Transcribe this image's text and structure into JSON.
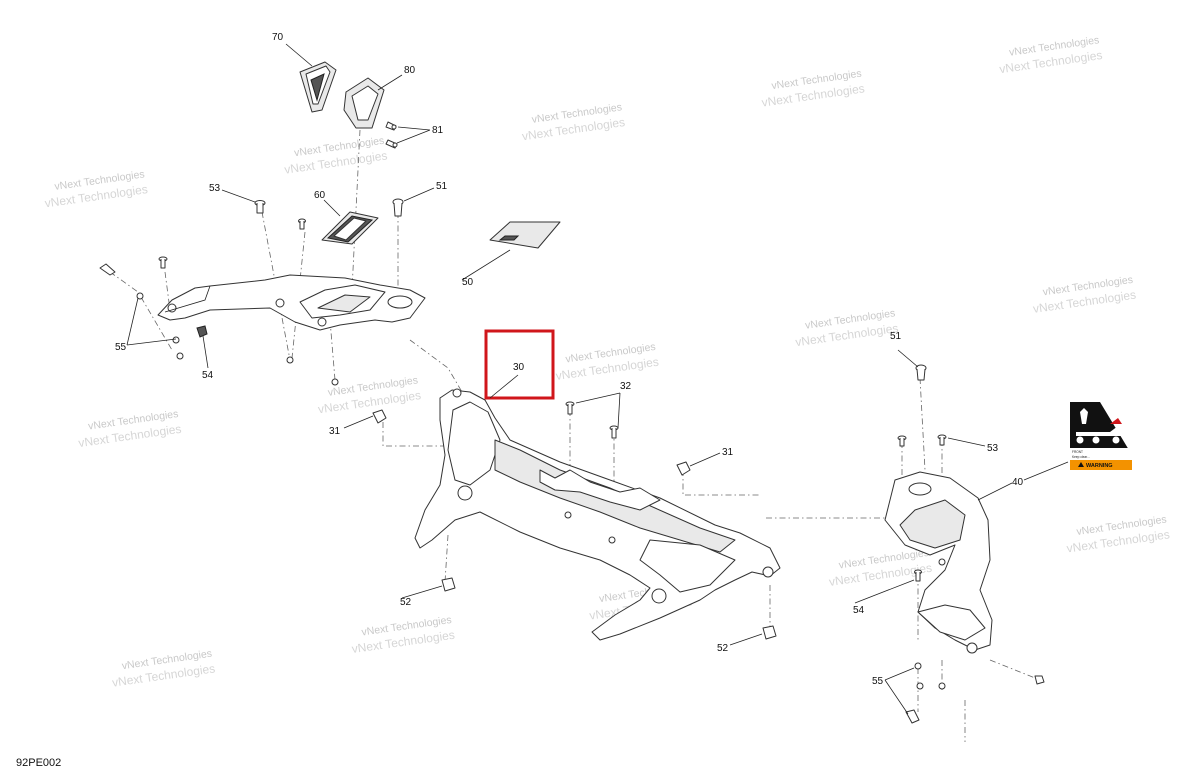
{
  "diagram": {
    "reference_code": "92PE002",
    "watermark_text": "vNext Technologies",
    "highlight_color": "#d0161b",
    "callouts": {
      "c70": "70",
      "c80": "80",
      "c81": "81",
      "c53_left": "53",
      "c60": "60",
      "c51_left": "51",
      "c50": "50",
      "c55_left": "55",
      "c54_left": "54",
      "c30": "30",
      "c32": "32",
      "c31_left": "31",
      "c31_right": "31",
      "c52_left": "52",
      "c52_right": "52",
      "c51_right": "51",
      "c53_right": "53",
      "c40": "40",
      "c54_right": "54",
      "c55_right": "55"
    },
    "decal_40": {
      "warning_label": "WARNING",
      "small_lines": [
        "FRONT",
        "Keep clear..."
      ]
    }
  }
}
